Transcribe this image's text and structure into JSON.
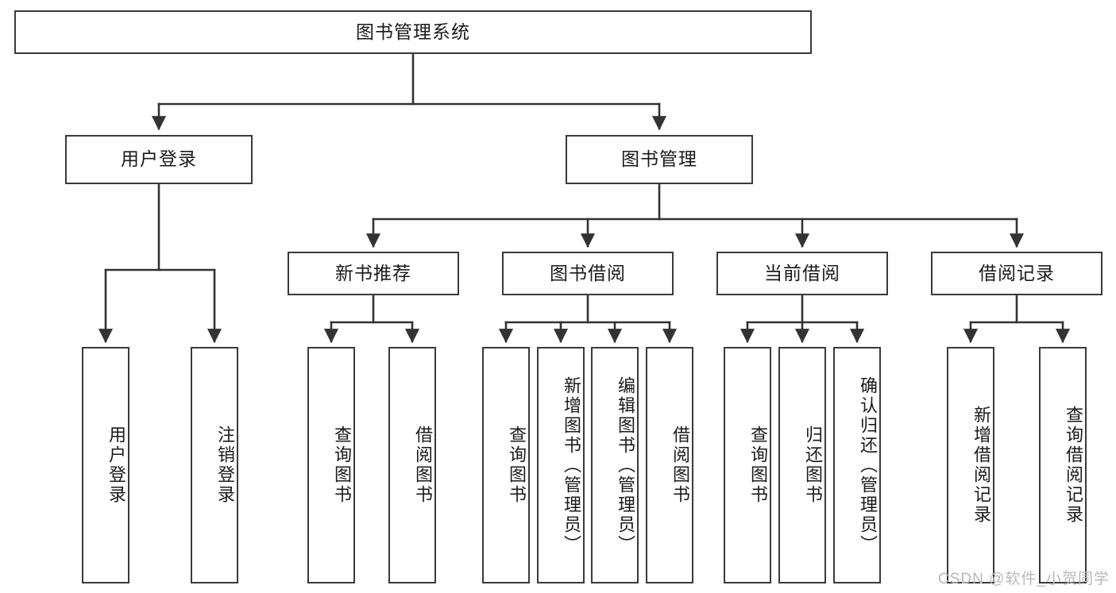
{
  "diagram": {
    "type": "tree-hierarchy",
    "title_node": "图书管理系统",
    "orientation": "top-down",
    "colors": {
      "box_border": "#3a3a3a",
      "box_fill": "#ffffff",
      "edge": "#333333",
      "text": "#1a1a1a",
      "watermark": "#b9b9b9",
      "background": "#ffffff"
    },
    "nodes": {
      "root": {
        "label": "图书管理系统",
        "level": 1,
        "text_direction": "horizontal"
      },
      "l2": [
        {
          "id": "user-login",
          "label": "用户登录",
          "level": 2,
          "text_direction": "horizontal"
        },
        {
          "id": "book-manage",
          "label": "图书管理",
          "level": 2,
          "text_direction": "horizontal"
        }
      ],
      "l3": [
        {
          "id": "new-book-rec",
          "label": "新书推荐",
          "level": 3,
          "text_direction": "horizontal",
          "parent": "book-manage"
        },
        {
          "id": "book-borrow",
          "label": "图书借阅",
          "level": 3,
          "text_direction": "horizontal",
          "parent": "book-manage"
        },
        {
          "id": "current-borrow",
          "label": "当前借阅",
          "level": 3,
          "text_direction": "horizontal",
          "parent": "book-manage"
        },
        {
          "id": "borrow-record",
          "label": "借阅记录",
          "level": 3,
          "text_direction": "horizontal",
          "parent": "book-manage"
        }
      ],
      "leaves": [
        {
          "id": "leaf-user-login",
          "label": "用户登录",
          "parent": "user-login",
          "text_direction": "vertical"
        },
        {
          "id": "leaf-logout",
          "label": "注销登录",
          "parent": "user-login",
          "text_direction": "vertical"
        },
        {
          "id": "leaf-query-book-1",
          "label": "查询图书",
          "parent": "new-book-rec",
          "text_direction": "vertical"
        },
        {
          "id": "leaf-borrow-book-1",
          "label": "借阅图书",
          "parent": "new-book-rec",
          "text_direction": "vertical"
        },
        {
          "id": "leaf-query-book-2",
          "label": "查询图书",
          "parent": "book-borrow",
          "text_direction": "vertical"
        },
        {
          "id": "leaf-add-book",
          "label": "新增图书（管理员）",
          "parent": "book-borrow",
          "text_direction": "vertical"
        },
        {
          "id": "leaf-edit-book",
          "label": "编辑图书（管理员）",
          "parent": "book-borrow",
          "text_direction": "vertical"
        },
        {
          "id": "leaf-borrow-book-2",
          "label": "借阅图书",
          "parent": "book-borrow",
          "text_direction": "vertical"
        },
        {
          "id": "leaf-query-book-3",
          "label": "查询图书",
          "parent": "current-borrow",
          "text_direction": "vertical"
        },
        {
          "id": "leaf-return-book",
          "label": "归还图书",
          "parent": "current-borrow",
          "text_direction": "vertical"
        },
        {
          "id": "leaf-confirm-return",
          "label": "确认归还（管理员）",
          "parent": "current-borrow",
          "text_direction": "vertical"
        },
        {
          "id": "leaf-add-record",
          "label": "新增借阅记录",
          "parent": "borrow-record",
          "text_direction": "vertical"
        },
        {
          "id": "leaf-query-record",
          "label": "查询借阅记录",
          "parent": "borrow-record",
          "text_direction": "vertical"
        }
      ]
    },
    "watermark": "CSDN @软件_小贺同学"
  }
}
